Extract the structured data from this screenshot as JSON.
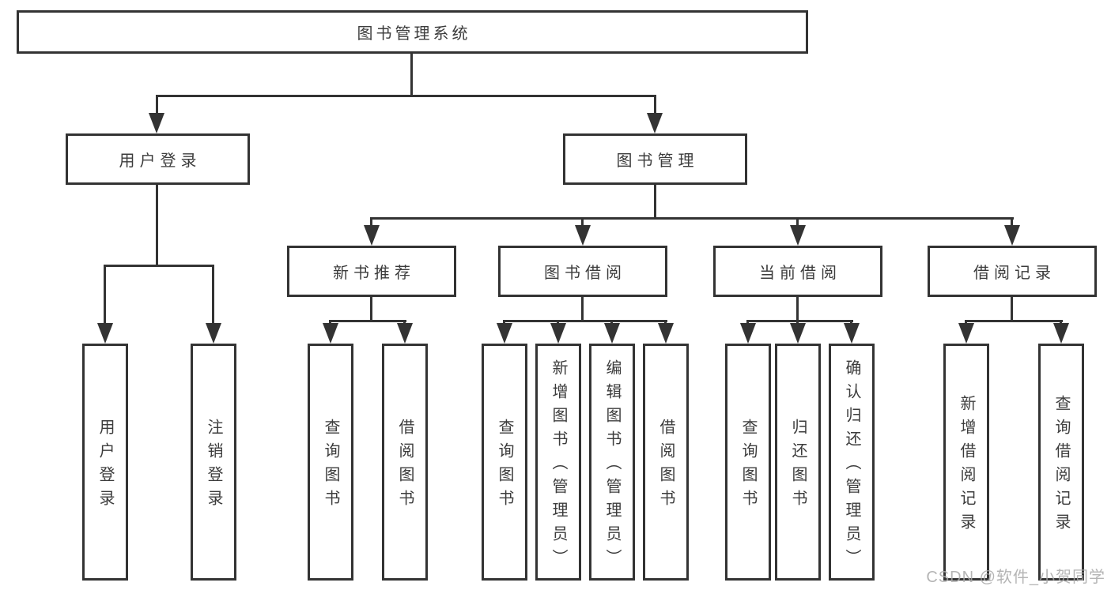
{
  "tree": {
    "label": "图书管理系统",
    "children": [
      {
        "label": "用户登录",
        "children": [
          {
            "label": "用户登录"
          },
          {
            "label": "注销登录"
          }
        ]
      },
      {
        "label": "图书管理",
        "children": [
          {
            "label": "新书推荐",
            "children": [
              {
                "label": "查询图书"
              },
              {
                "label": "借阅图书"
              }
            ]
          },
          {
            "label": "图书借阅",
            "children": [
              {
                "label": "查询图书"
              },
              {
                "label": "新增图书（管理员）"
              },
              {
                "label": "编辑图书（管理员）"
              },
              {
                "label": "借阅图书"
              }
            ]
          },
          {
            "label": "当前借阅",
            "children": [
              {
                "label": "查询图书"
              },
              {
                "label": "归还图书"
              },
              {
                "label": "确认归还（管理员）"
              }
            ]
          },
          {
            "label": "借阅记录",
            "children": [
              {
                "label": "新增借阅记录"
              },
              {
                "label": "查询借阅记录"
              }
            ]
          }
        ]
      }
    ]
  },
  "watermark": {
    "text": "CSDN @软件_小贺同学"
  },
  "colors": {
    "line": "#333333",
    "box_border": "#333333",
    "text": "#3c3c3c",
    "background": "#ffffff",
    "watermark": "#a8a8a8"
  }
}
